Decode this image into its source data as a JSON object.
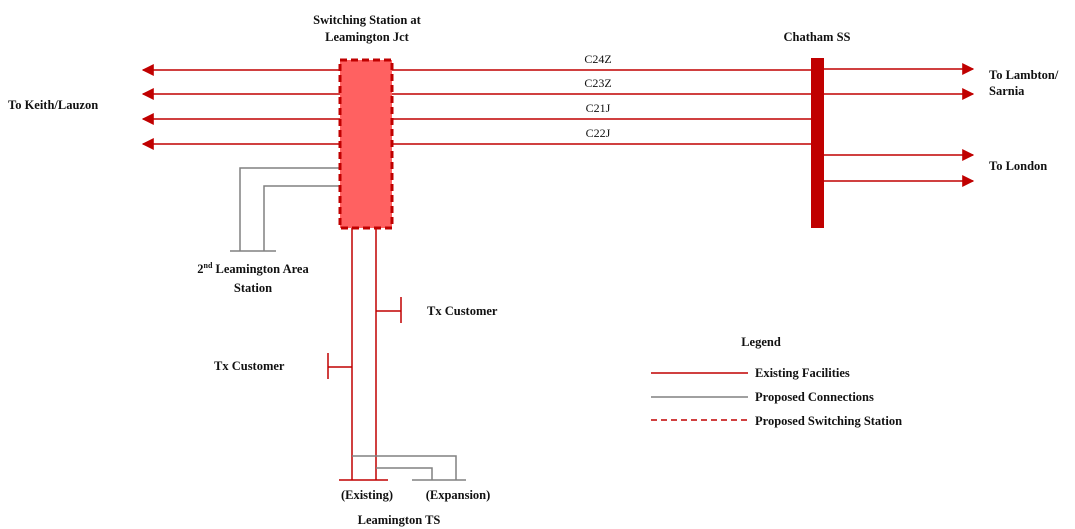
{
  "colors": {
    "existing": "#c00000",
    "proposed_connection": "#808080",
    "switching_fill": "#ff6161",
    "switching_border": "#c00000",
    "chatham_bus": "#c00000",
    "text": "#111111"
  },
  "labels": {
    "switching_station_line1": "Switching Station at",
    "switching_station_line2": "Leamington Jct",
    "chatham": "Chatham SS",
    "to_keith": "To Keith/Lauzon",
    "to_lambton_line1": "To Lambton/",
    "to_lambton_line2": "Sarnia",
    "to_london": "To London",
    "second_station_prefix": "2",
    "second_station_sup": "nd",
    "second_station_line1_rest": " Leamington Area",
    "second_station_line2": "Station",
    "tx_customer_right": "Tx Customer",
    "tx_customer_left": "Tx Customer",
    "existing": "(Existing)",
    "expansion": "(Expansion)",
    "leamington_ts": "Leamington TS"
  },
  "circuits": [
    "C24Z",
    "C23Z",
    "C21J",
    "C22J"
  ],
  "legend": {
    "title": "Legend",
    "items": [
      {
        "label": "Existing Facilities",
        "style": "existing"
      },
      {
        "label": "Proposed Connections",
        "style": "proposed"
      },
      {
        "label": "Proposed Switching Station",
        "style": "switching"
      }
    ]
  }
}
